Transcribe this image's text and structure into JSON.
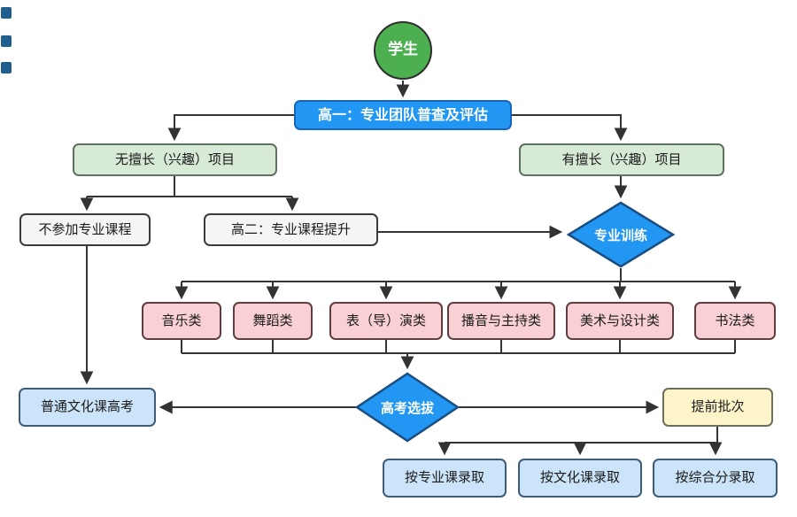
{
  "diagram": {
    "type": "flowchart",
    "nodes": {
      "student": {
        "label": "学生"
      },
      "g1_survey": {
        "label": "高一：专业团队普查及评估"
      },
      "no_specialty": {
        "label": "无擅长（兴趣）项目"
      },
      "has_specialty": {
        "label": "有擅长（兴趣）项目"
      },
      "no_course": {
        "label": "不参加专业课程"
      },
      "g2_improve": {
        "label": "高二：专业课程提升"
      },
      "training": {
        "label": "专业训练"
      },
      "majors": [
        {
          "label": "音乐类"
        },
        {
          "label": "舞蹈类"
        },
        {
          "label": "表（导）演类"
        },
        {
          "label": "播音与主持类"
        },
        {
          "label": "美术与设计类"
        },
        {
          "label": "书法类"
        }
      ],
      "gaokao_selection": {
        "label": "高考选拔"
      },
      "regular_gaokao": {
        "label": "普通文化课高考"
      },
      "early_batch": {
        "label": "提前批次"
      },
      "admissions": [
        {
          "label": "按专业课录取"
        },
        {
          "label": "按文化课录取"
        },
        {
          "label": "按综合分录取"
        }
      ]
    },
    "edges": [
      "学生 → 高一：专业团队普查及评估",
      "高一：专业团队普查及评估 → 无擅长（兴趣）项目",
      "高一：专业团队普查及评估 → 有擅长（兴趣）项目",
      "无擅长（兴趣）项目 → 不参加专业课程",
      "无擅长（兴趣）项目 → 高二：专业课程提升",
      "有擅长（兴趣）项目 → 专业训练",
      "高二：专业课程提升 → 专业训练",
      "专业训练 → 音乐类/舞蹈类/表（导）演类/播音与主持类/美术与设计类/书法类",
      "六类专业 → 高考选拔",
      "高考选拔 → 普通文化课高考",
      "高考选拔 → 提前批次",
      "不参加专业课程 → 普通文化课高考",
      "提前批次 → 按专业课录取/按文化课录取/按综合分录取"
    ],
    "palette": {
      "node_green": "#4caf50",
      "node_blue": "#2196f3",
      "node_light_green": "#d7ead6",
      "node_gray": "#f5f5f5",
      "node_pink": "#f9d0d3",
      "node_light_blue": "#cbe4f9",
      "node_yellow": "#fdf5c9",
      "connector": "#333333"
    }
  }
}
